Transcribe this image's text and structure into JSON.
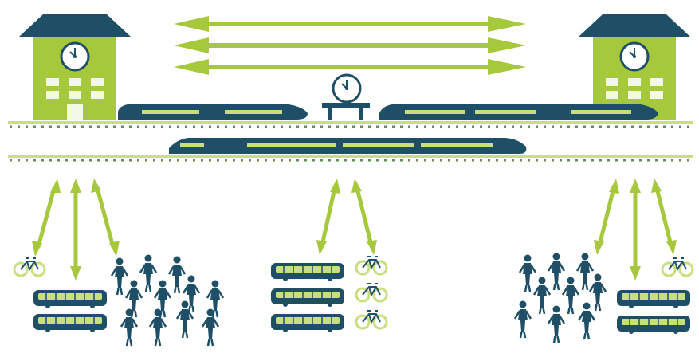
{
  "colors": {
    "green": "#a6c83c",
    "green_light": "#c9df7e",
    "navy": "#1f4f66",
    "track": "#6c8a57",
    "window": "#f4f8e6"
  },
  "icons": {
    "station": "station-building-icon",
    "clock": "clock-icon",
    "train": "train-icon",
    "bus": "bus-icon",
    "bicycle": "bicycle-icon",
    "person": "person-icon"
  },
  "stations": [
    "left",
    "right"
  ],
  "long_arrows_count": 3,
  "hubs": [
    "left",
    "center",
    "right"
  ]
}
